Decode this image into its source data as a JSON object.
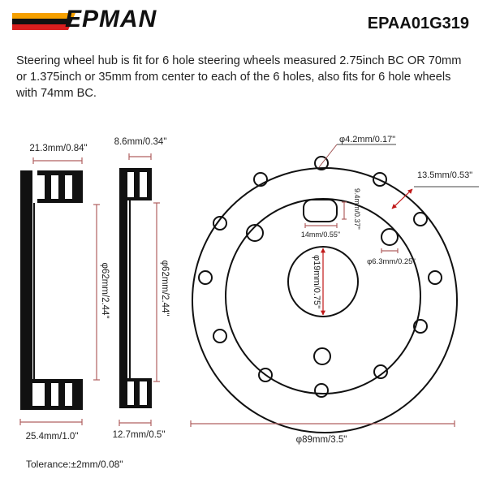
{
  "header": {
    "brand": "EPMAN",
    "brand_colors": [
      "#f5a000",
      "#111111",
      "#d81e1e"
    ],
    "sku": "EPAA01G319"
  },
  "description": "Steering wheel hub is fit for 6 hole steering wheels measured 2.75inch BC OR 70mm or 1.375inch or 35mm from center to each of the 6 holes, also fits for 6 hole wheels with 74mm BC.",
  "side_views": {
    "part_a": {
      "top_width": "21.3mm/0.84\"",
      "height": "φ62mm/2.44\"",
      "bottom_width": "25.4mm/1.0\""
    },
    "part_b": {
      "top_width": "8.6mm/0.34\"",
      "height": "φ62mm/2.44\"",
      "bottom_width": "12.7mm/0.5\""
    }
  },
  "front_view": {
    "small_hole": "φ4.2mm/0.17\"",
    "ring_width": "13.5mm/0.53\"",
    "slot_height": "9.4mm/0.37\"",
    "slot_width": "14mm/0.55\"",
    "mid_hole": "φ6.3mm/0.25\"",
    "center_hole": "φ19mm/0.75\"",
    "outer_diameter": "φ89mm/3.5\""
  },
  "tolerance": "Tolerance:±2mm/0.08\"",
  "colors": {
    "dimension_line": "#b06060",
    "arrow": "#c01818",
    "outline": "#111111"
  }
}
